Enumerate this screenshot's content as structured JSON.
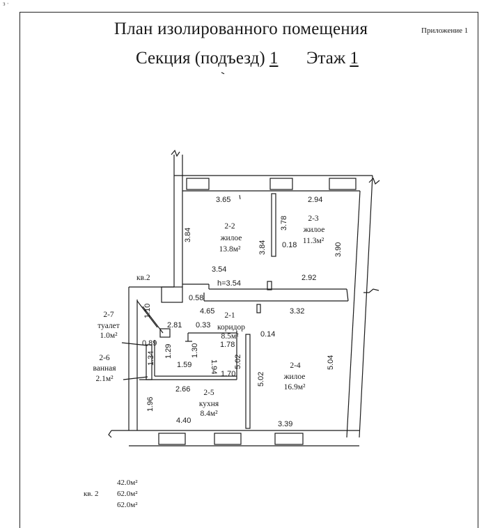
{
  "header": {
    "corner_mark": "з ·",
    "title": "План изолированного помещения",
    "section_label": "Секция (подъезд)",
    "section_value": "1",
    "floor_label": "Этаж",
    "floor_value": "1",
    "appendix": "Приложение 1"
  },
  "plan": {
    "apartment_label": "кв.2",
    "rooms": [
      {
        "id": "2-2",
        "type": "жилое",
        "area": "13.8м²"
      },
      {
        "id": "2-3",
        "type": "жилое",
        "area": "11.3м²"
      },
      {
        "id": "2-1",
        "type": "коридор",
        "area": "8.5м²"
      },
      {
        "id": "2-4",
        "type": "жилое",
        "area": "16.9м²"
      },
      {
        "id": "2-5",
        "type": "кухня",
        "area": "8.4м²"
      },
      {
        "id": "2-7",
        "type": "туалет",
        "area": "1.0м²"
      },
      {
        "id": "2-6",
        "type": "ванная",
        "area": "2.1м²"
      }
    ],
    "dimensions": [
      "3.65",
      "2.94",
      "3.84",
      "3.78",
      "3.84",
      "0.18",
      "3.90",
      "3.54",
      "h=3.54",
      "2.92",
      "0.58",
      "4.65",
      "3.32",
      "0.33",
      "2.81",
      "1.10",
      "0.89",
      "1.34",
      "1.29",
      "1.30",
      "1.94",
      "1.78",
      "0.14",
      "5.02",
      "5.02",
      "5.04",
      "1.59",
      "1.70",
      "2.66",
      "1.96",
      "4.40",
      "3.39"
    ]
  },
  "totals": {
    "label": "кв. 2",
    "values": [
      "42.0м²",
      "62.0м²",
      "62.0м²"
    ]
  }
}
